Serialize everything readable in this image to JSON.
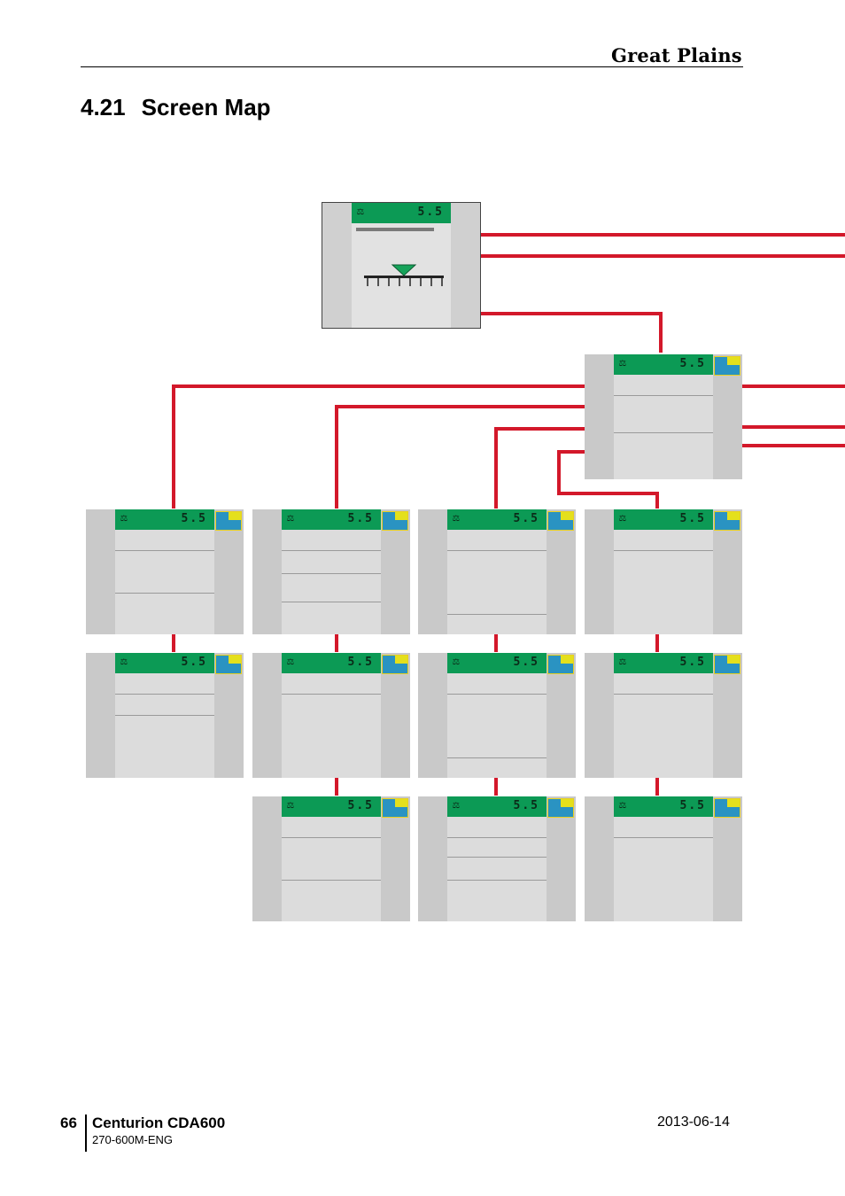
{
  "brand": "Great Plains",
  "section": {
    "number": "4.21",
    "title": "Screen Map"
  },
  "screen": {
    "speed": "5.5",
    "scale_symbol": "⚖"
  },
  "footer": {
    "page": "66",
    "product": "Centurion CDA600",
    "doc_number": "270-600M-ENG",
    "date": "2013-06-14"
  },
  "colors": {
    "connector": "#d3182a",
    "header": "#0c9a55"
  }
}
